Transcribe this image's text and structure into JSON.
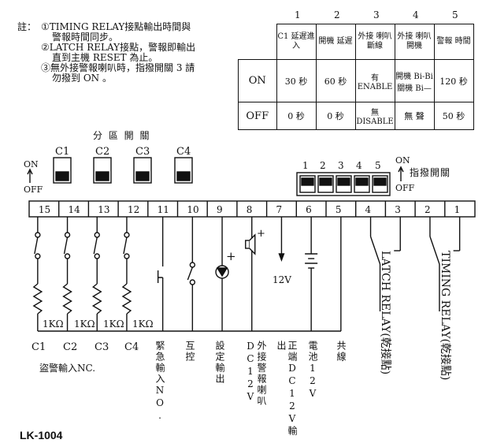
{
  "notes": {
    "prefix": "註：",
    "items": [
      [
        "①TIMING RELAY接點輸出時間與",
        "警報時間同步。"
      ],
      [
        "②LATCH RELAY接點，警報即輸出",
        "直到主機 RESET 為止。"
      ],
      [
        "③無外接警報喇叭時，指撥開關 3 請",
        "勿撥到 ON 。"
      ]
    ]
  },
  "table": {
    "col_numbers": [
      "1",
      "2",
      "3",
      "4",
      "5"
    ],
    "headers": [
      "C1 延遲進入",
      "開機 延遲",
      "外接 喇叭 斷線",
      "外接 喇叭 開機",
      "警報 時間"
    ],
    "rows": [
      {
        "label": "ON",
        "cells": [
          "30 秒",
          "60 秒",
          "有 ENABLE",
          "開機 Bi-Bi 關機 Bi—",
          "120 秒"
        ]
      },
      {
        "label": "OFF",
        "cells": [
          "0 秒",
          "0 秒",
          "無 DISABLE",
          "無 聲",
          "50 秒"
        ]
      }
    ]
  },
  "zone_switch": {
    "title": "分 區 開 關",
    "labels": [
      "C1",
      "C2",
      "C3",
      "C4"
    ],
    "on": "ON",
    "off": "OFF"
  },
  "dip_switch": {
    "title": "指撥開關",
    "numbers": [
      "1",
      "2",
      "3",
      "4",
      "5"
    ],
    "on": "ON",
    "off": "OFF"
  },
  "terminals": [
    "15",
    "14",
    "13",
    "12",
    "11",
    "10",
    "9",
    "8",
    "7",
    "6",
    "5",
    "4",
    "3",
    "2",
    "1"
  ],
  "resistors": [
    "1KΩ",
    "1KΩ",
    "1KΩ",
    "1KΩ"
  ],
  "symbols": {
    "plus": "+",
    "v12": "12V"
  },
  "bottom_labels": {
    "zones": [
      "C1",
      "C2",
      "C3",
      "C4"
    ],
    "zone_caption": "盜警輸入NC.",
    "t11": "緊急輸入NO.",
    "t10": "互控",
    "t9": "設定輸出",
    "t8": "外接警報喇叭DC12V",
    "t7": "正端DC12V輸出",
    "t6": "電池12V",
    "t5": "共線"
  },
  "relays": {
    "latch": "LATCH RELAY(乾接點)",
    "timing": "TIMING RELAY(乾接點)"
  },
  "model": "LK-1004"
}
